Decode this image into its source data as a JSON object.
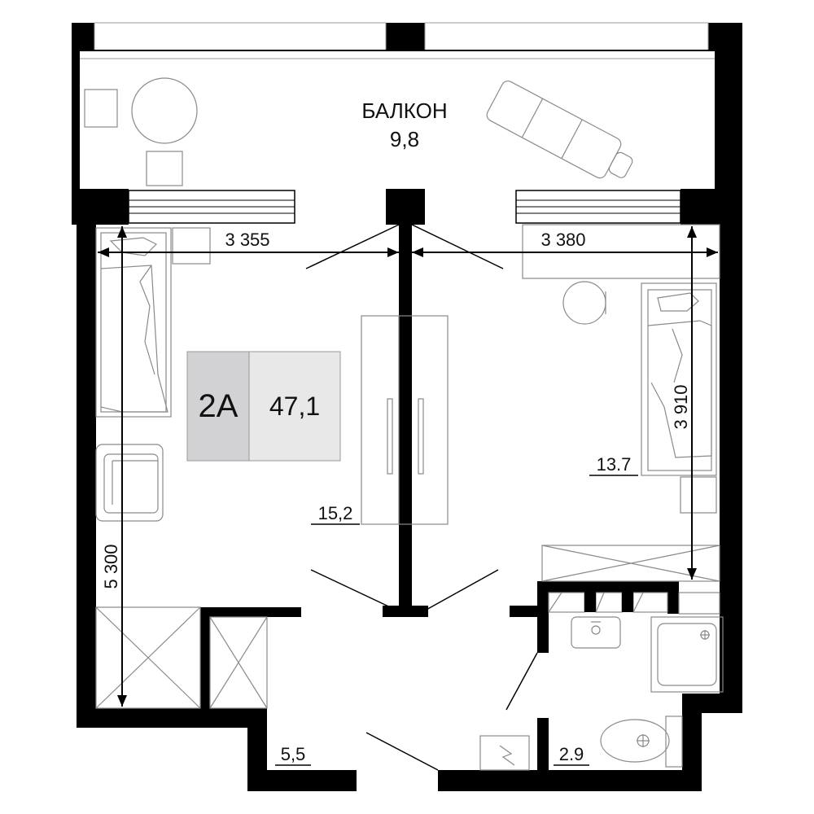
{
  "apartment": {
    "type_label": "2А",
    "total_area": "47,1",
    "badge_colors": {
      "type_bg": "#d2d2d4",
      "area_bg": "#e8e8e9"
    }
  },
  "rooms": {
    "balcony": {
      "name": "БАЛКОН",
      "area": "9,8"
    },
    "living_left": {
      "area": "15,2"
    },
    "bedroom_right": {
      "area": "13.7"
    },
    "hall": {
      "area": "5,5"
    },
    "bathroom": {
      "area": "2.9"
    }
  },
  "dimensions": {
    "left_width": "3 355",
    "right_width": "3 380",
    "left_height": "5 300",
    "right_height": "3 910"
  }
}
